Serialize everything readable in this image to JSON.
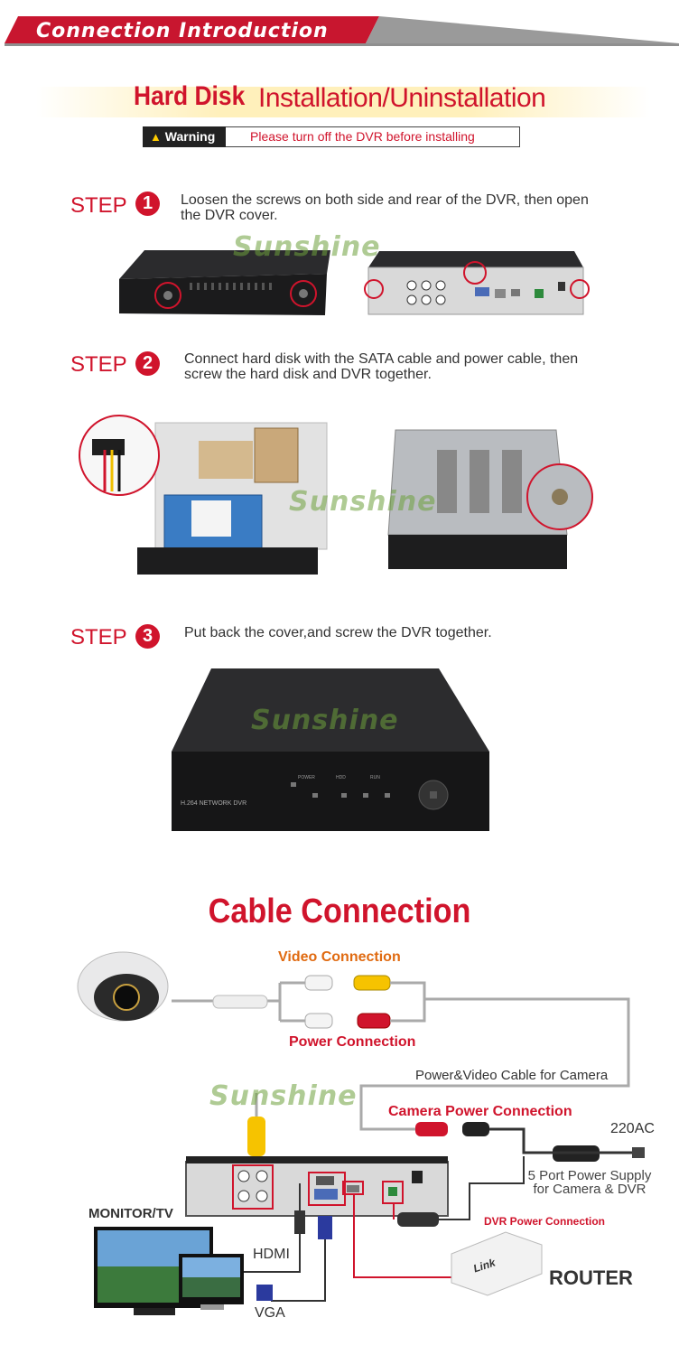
{
  "header": {
    "title": "Connection Introduction"
  },
  "hdd": {
    "title_bold": "Hard Disk",
    "title_light": "Installation/Uninstallation",
    "warning_label": "Warning",
    "warning_text": "Please turn off the DVR before installing"
  },
  "steps": [
    {
      "label": "STEP",
      "num": "1",
      "line1": "Loosen the screws on both side and rear of the DVR, then open",
      "line2": "the DVR cover."
    },
    {
      "label": "STEP",
      "num": "2",
      "line1": "Connect hard disk with the SATA cable and power cable, then",
      "line2": "screw the hard disk and DVR together."
    },
    {
      "label": "STEP",
      "num": "3",
      "line1": "Put back the cover,and screw the DVR together.",
      "line2": ""
    }
  ],
  "watermark": "Sunshine",
  "dvr_front_label": "H.264 NETWORK DVR",
  "dvr_buttons": [
    "POWER",
    "HDD",
    "RUN"
  ],
  "cable": {
    "title": "Cable Connection",
    "video_connection": "Video Connection",
    "power_connection": "Power Connection",
    "cable_for_camera": "Power&Video Cable for Camera",
    "camera_power_connection": "Camera Power Connection",
    "ac": "220AC",
    "power_supply_line1": "5 Port Power Supply",
    "power_supply_line2": "for Camera & DVR",
    "dvr_power_connection": "DVR Power Connection",
    "monitor": "MONITOR/TV",
    "hdmi": "HDMI",
    "vga": "VGA",
    "router": "ROUTER",
    "router_brand": "Link"
  },
  "colors": {
    "accent": "#d0142c",
    "orange": "#e06a10",
    "banner": "#c8162f"
  }
}
